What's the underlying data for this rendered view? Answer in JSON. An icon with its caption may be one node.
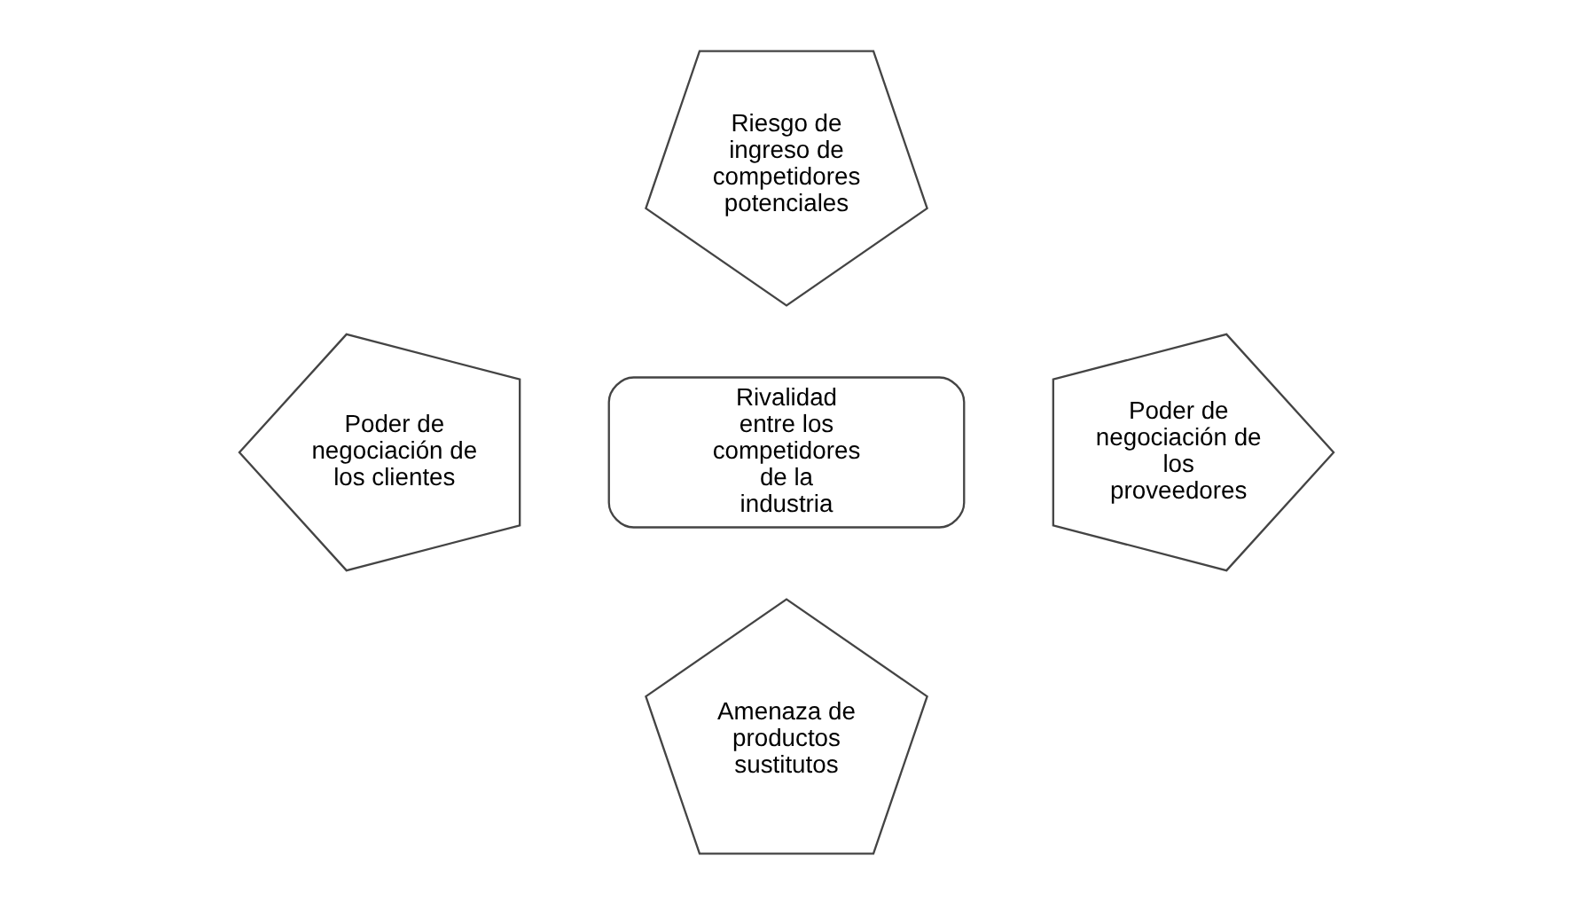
{
  "diagram": {
    "nodes": [
      {
        "text": [
          "Riesgo de ingreso de competidores potenciales"
        ]
      },
      {
        "text": [
          "Poder de negociación de los clientes"
        ]
      },
      {
        "text": [
          "Rivalidad entre los competidores de la industria"
        ]
      },
      {
        "text": [
          "Poder de negociación de los proveedores"
        ]
      },
      {
        "text": [
          "Amenaza de productos sustitutos"
        ]
      }
    ]
  }
}
